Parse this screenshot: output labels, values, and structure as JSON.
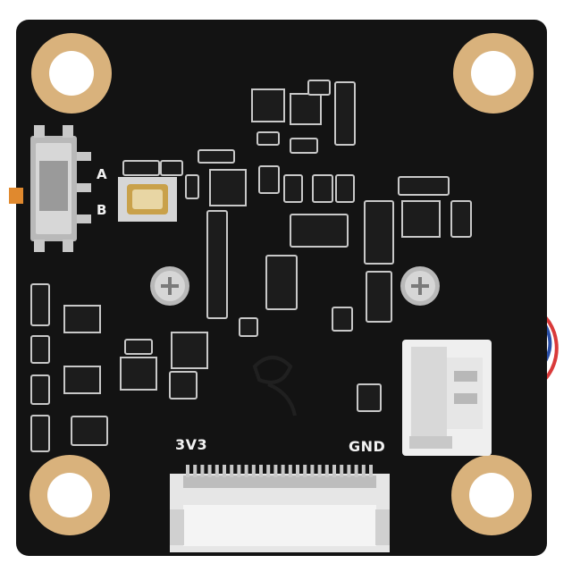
{
  "board": {
    "colors": {
      "background": "#ffffff",
      "pcb": "#131313",
      "mounting_pad": "#d9b27c",
      "pad_silver": "#c8c8c8",
      "connector_white": "#efefef",
      "wire_red": "#d93a3a",
      "wire_blue": "#2a4fa8",
      "switch_knob": "#e0892e",
      "component_black": "#1c1c1c",
      "crystal_gold": "#c9a14a"
    },
    "labels": {
      "switch_a": "A",
      "switch_b": "B",
      "voltage": "3V3",
      "ground": "GND"
    }
  }
}
